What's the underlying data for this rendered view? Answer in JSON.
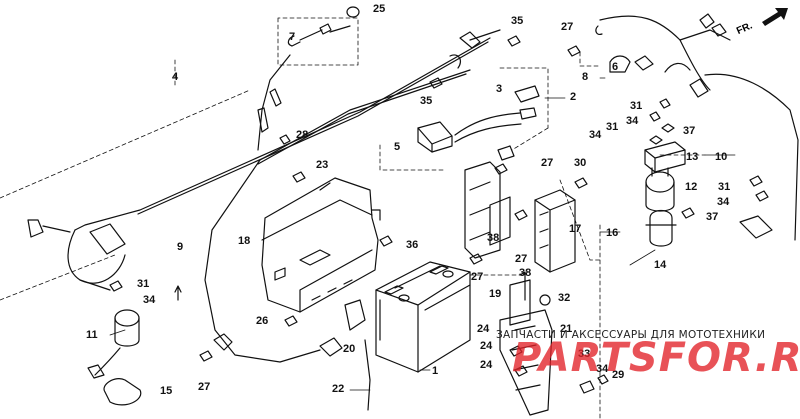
{
  "diagram": {
    "front_indicator": "FR.",
    "callouts": [
      "1",
      "2",
      "3",
      "4",
      "5",
      "6",
      "7",
      "8",
      "9",
      "10",
      "11",
      "12",
      "13",
      "14",
      "15",
      "16",
      "17",
      "18",
      "19",
      "20",
      "21",
      "22",
      "23",
      "24",
      "25",
      "26",
      "27",
      "28",
      "29",
      "30",
      "31",
      "32",
      "33",
      "34",
      "35",
      "36",
      "37",
      "38"
    ],
    "watermark": {
      "line1": "ЗАПЧАСТИ И АКСЕССУАРЫ ДЛЯ МОТОТЕХНИКИ",
      "line2": "PARTSFOR.RU",
      "color": "#e22128"
    }
  }
}
